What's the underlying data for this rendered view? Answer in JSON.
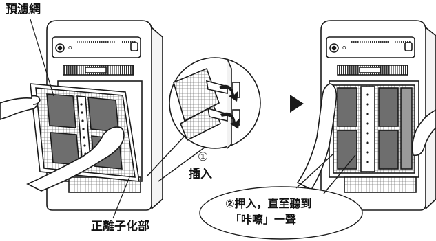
{
  "labels": {
    "prefilter": "預濾網",
    "ionizer": "正離子化部",
    "step1_number": "①",
    "step1_text": "插入",
    "step2_line1": "②押入，直至聽到",
    "step2_line2": "「咔嚓」一聲"
  },
  "icons": {
    "arrow": "right-triangle-arrow-icon"
  },
  "colors": {
    "line": "#1a1a1a",
    "filter_dark": "#6e6e6e",
    "filter_mid": "#9a9a9a",
    "panel": "#ffffff"
  }
}
